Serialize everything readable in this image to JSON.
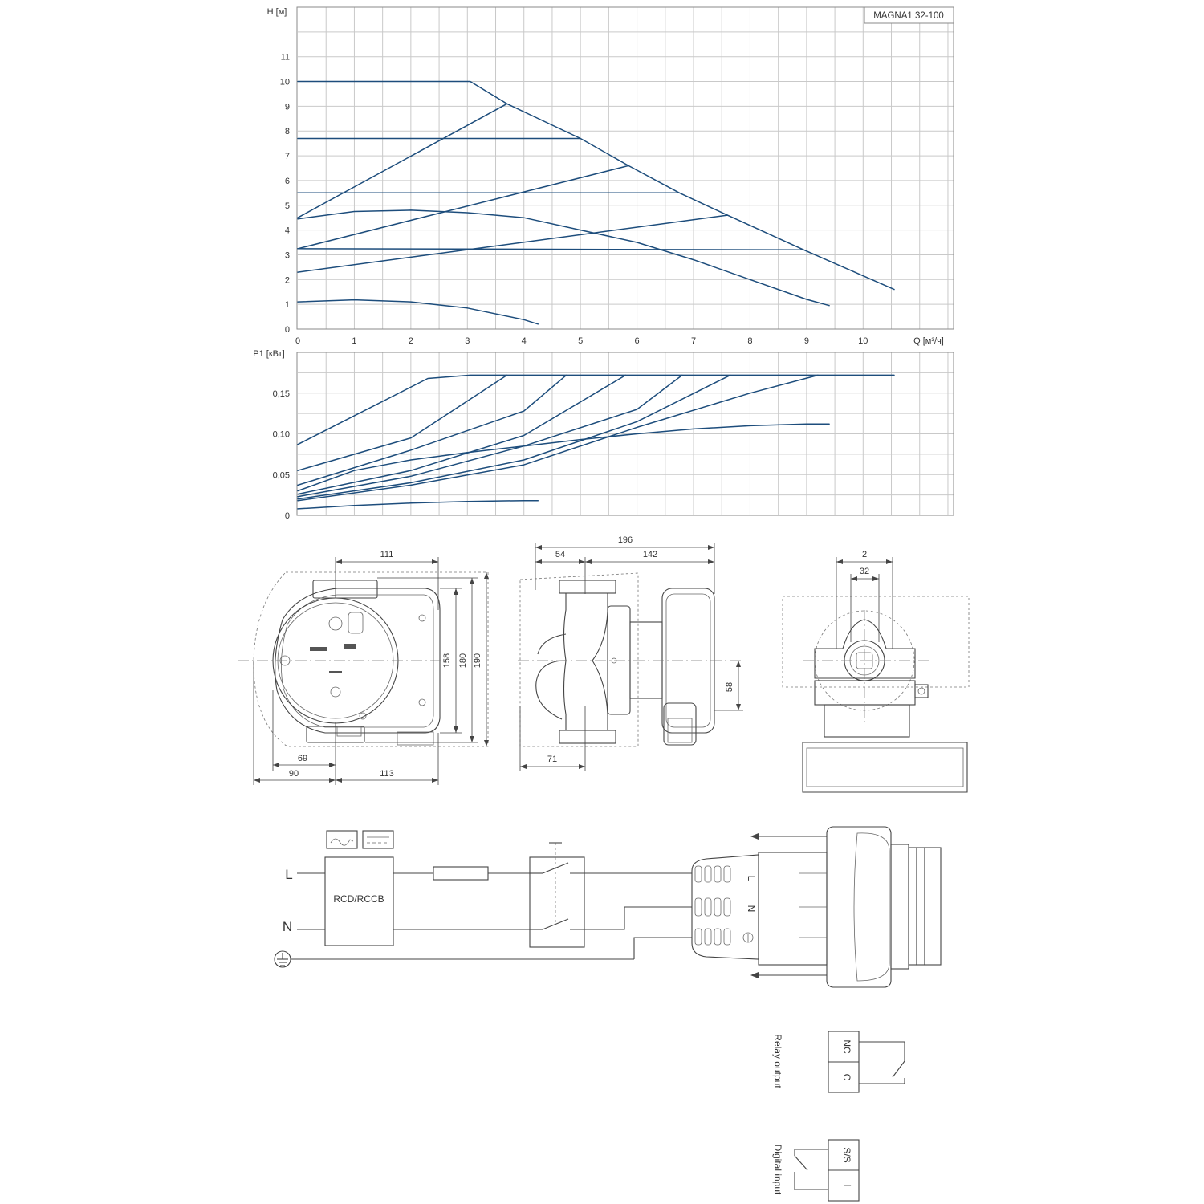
{
  "chart_data": [
    {
      "type": "line",
      "title": "MAGNA1 32-100",
      "xlabel": "Q [м³/ч]",
      "ylabel": "H [м]",
      "xlim": [
        0,
        11.6
      ],
      "ylim": [
        0,
        13
      ],
      "x_ticks": [
        0,
        1,
        2,
        3,
        4,
        5,
        6,
        7,
        8,
        9,
        10
      ],
      "y_ticks": [
        0,
        1,
        2,
        3,
        4,
        5,
        6,
        7,
        8,
        9,
        10,
        11
      ],
      "grid": true,
      "series": [
        {
          "color": "#1d4d7c",
          "points": [
            [
              0,
              10
            ],
            [
              3.05,
              10
            ],
            [
              3.7,
              9.1
            ],
            [
              5,
              7.7
            ],
            [
              5.85,
              6.6
            ],
            [
              6.75,
              5.5
            ],
            [
              7.6,
              4.6
            ],
            [
              8.95,
              3.2
            ],
            [
              10.55,
              1.6
            ]
          ]
        },
        {
          "color": "#1d4d7c",
          "points": [
            [
              0,
              4.5
            ],
            [
              3.7,
              9.1
            ]
          ]
        },
        {
          "color": "#1d4d7c",
          "points": [
            [
              0,
              7.7
            ],
            [
              5,
              7.7
            ]
          ]
        },
        {
          "color": "#1d4d7c",
          "points": [
            [
              0,
              3.25
            ],
            [
              5.85,
              6.6
            ]
          ]
        },
        {
          "color": "#1d4d7c",
          "points": [
            [
              0,
              5.5
            ],
            [
              6.75,
              5.5
            ]
          ]
        },
        {
          "color": "#1d4d7c",
          "points": [
            [
              0,
              2.3
            ],
            [
              7.6,
              4.6
            ]
          ]
        },
        {
          "color": "#1d4d7c",
          "points": [
            [
              0,
              3.25
            ],
            [
              8.95,
              3.2
            ]
          ]
        },
        {
          "color": "#1d4d7c",
          "points": [
            [
              0,
              4.45
            ],
            [
              1,
              4.75
            ],
            [
              2,
              4.8
            ],
            [
              3,
              4.7
            ],
            [
              4,
              4.5
            ],
            [
              5,
              4.0
            ],
            [
              6,
              3.5
            ],
            [
              7,
              2.8
            ],
            [
              8,
              2.0
            ],
            [
              9,
              1.2
            ],
            [
              9.4,
              0.95
            ]
          ]
        },
        {
          "color": "#1d4d7c",
          "points": [
            [
              0,
              1.1
            ],
            [
              1,
              1.18
            ],
            [
              2,
              1.1
            ],
            [
              3,
              0.85
            ],
            [
              4,
              0.38
            ],
            [
              4.25,
              0.2
            ]
          ]
        }
      ]
    },
    {
      "type": "line",
      "xlabel": "",
      "ylabel": "P1 [кВт]",
      "xlim": [
        0,
        11.6
      ],
      "ylim": [
        0,
        0.2
      ],
      "y_ticks": [
        "0",
        "0,05",
        "0,10",
        "0,15"
      ],
      "y_tick_values": [
        0,
        0.05,
        0.1,
        0.15
      ],
      "grid": true,
      "series": [
        {
          "color": "#1d4d7c",
          "points": [
            [
              0,
              0.087
            ],
            [
              2.3,
              0.168
            ],
            [
              3.05,
              0.172
            ],
            [
              10.55,
              0.172
            ]
          ]
        },
        {
          "color": "#1d4d7c",
          "points": [
            [
              0,
              0.055
            ],
            [
              2,
              0.095
            ],
            [
              3.7,
              0.172
            ]
          ]
        },
        {
          "color": "#1d4d7c",
          "points": [
            [
              0,
              0.037
            ],
            [
              2,
              0.08
            ],
            [
              4,
              0.128
            ],
            [
              4.75,
              0.172
            ]
          ]
        },
        {
          "color": "#1d4d7c",
          "points": [
            [
              0,
              0.026
            ],
            [
              2,
              0.055
            ],
            [
              4,
              0.098
            ],
            [
              5.8,
              0.172
            ]
          ]
        },
        {
          "color": "#1d4d7c",
          "points": [
            [
              0,
              0.023
            ],
            [
              2,
              0.048
            ],
            [
              4,
              0.085
            ],
            [
              6,
              0.13
            ],
            [
              6.8,
              0.172
            ]
          ]
        },
        {
          "color": "#1d4d7c",
          "points": [
            [
              0,
              0.02
            ],
            [
              2,
              0.04
            ],
            [
              4,
              0.068
            ],
            [
              6,
              0.115
            ],
            [
              7.65,
              0.172
            ]
          ]
        },
        {
          "color": "#1d4d7c",
          "points": [
            [
              0,
              0.018
            ],
            [
              2,
              0.037
            ],
            [
              4,
              0.062
            ],
            [
              6,
              0.108
            ],
            [
              8,
              0.15
            ],
            [
              9.2,
              0.172
            ]
          ]
        },
        {
          "color": "#1d4d7c",
          "points": [
            [
              0,
              0.03
            ],
            [
              1,
              0.055
            ],
            [
              2,
              0.068
            ],
            [
              3,
              0.077
            ],
            [
              4,
              0.085
            ],
            [
              5,
              0.093
            ],
            [
              6,
              0.1
            ],
            [
              7,
              0.106
            ],
            [
              8,
              0.11
            ],
            [
              9,
              0.112
            ],
            [
              9.4,
              0.112
            ]
          ]
        },
        {
          "color": "#1d4d7c",
          "points": [
            [
              0,
              0.008
            ],
            [
              1,
              0.012
            ],
            [
              2,
              0.015
            ],
            [
              3,
              0.017
            ],
            [
              4,
              0.018
            ],
            [
              4.25,
              0.018
            ]
          ]
        }
      ]
    }
  ],
  "drawing": {
    "dims_front": [
      "111",
      "158",
      "180",
      "190",
      "69",
      "90",
      "113"
    ],
    "dims_side": [
      "196",
      "54",
      "142",
      "58",
      "71"
    ],
    "dims_end": [
      "2",
      "32"
    ]
  },
  "wiring": {
    "line_l": "L",
    "line_n": "N",
    "breaker": "RCD/RCCB",
    "term_l": "L",
    "term_n": "N"
  },
  "relay": {
    "label": "Relay output",
    "t1": "NC",
    "t2": "C"
  },
  "digital": {
    "label": "Digital input",
    "t1": "S/S",
    "t2": "⊥"
  }
}
